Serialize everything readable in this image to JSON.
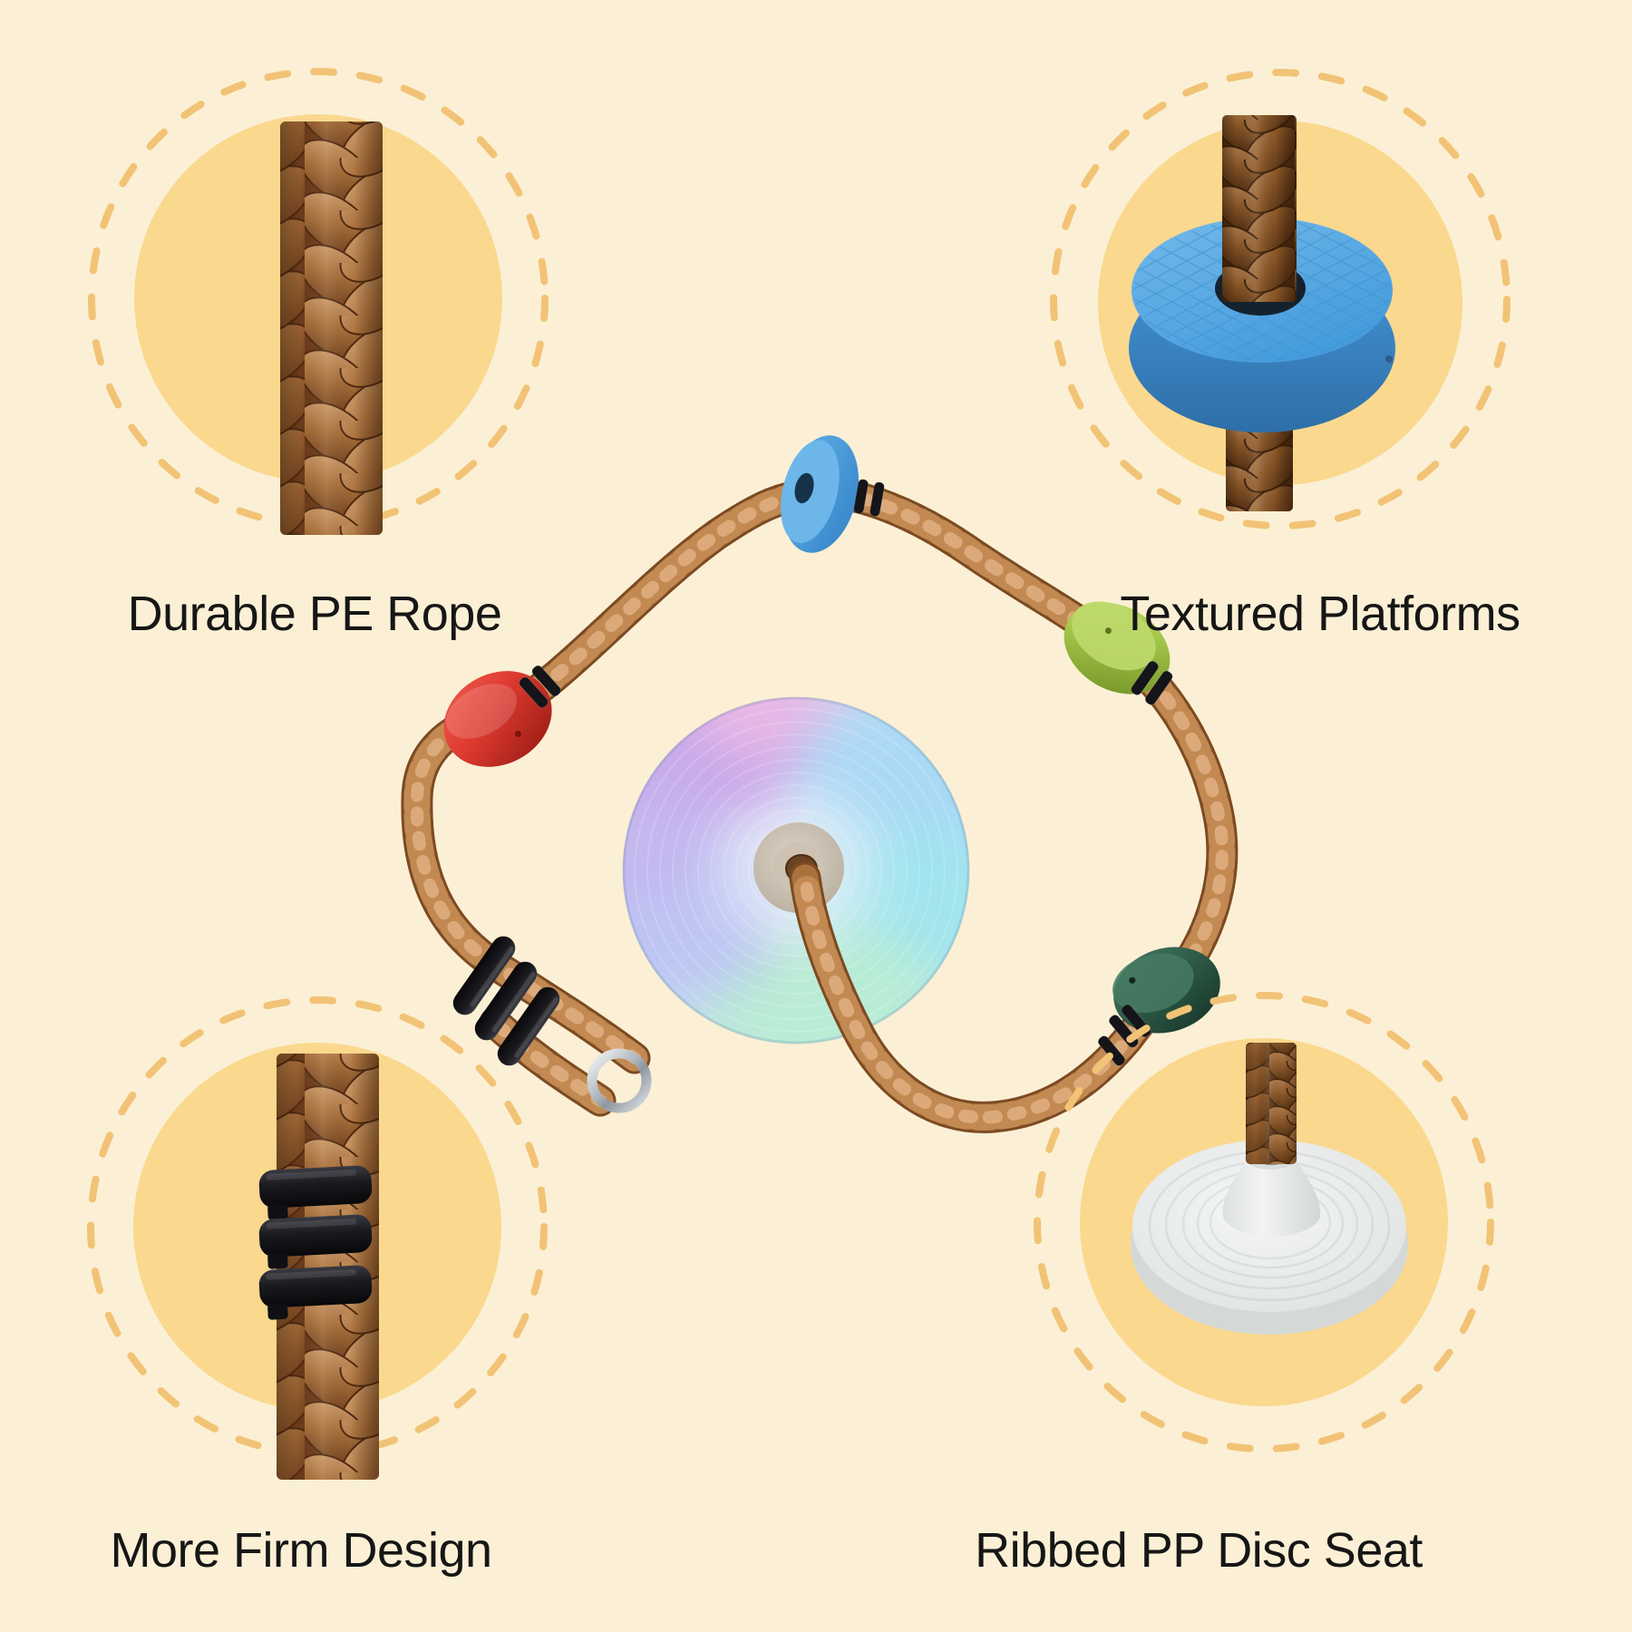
{
  "page": {
    "background_color": "#FBF0D5"
  },
  "theme": {
    "inset_circle_fill": "#FAD88E",
    "dashed_ring_color": "#F2C376",
    "label_color": "#161616",
    "rope_color": "#A9713D",
    "platform_colors": {
      "blue": "#4FA3E0",
      "red": "#DC392F",
      "green": "#A4C64A",
      "dark_green": "#2F5D4A"
    },
    "seat_disc_color": "#E8EAE9"
  },
  "features": [
    {
      "id": "durable-pe-rope",
      "position": "top-left",
      "label": "Durable PE Rope"
    },
    {
      "id": "textured-platforms",
      "position": "top-right",
      "label": "Textured Platforms"
    },
    {
      "id": "more-firm-design",
      "position": "bottom-left",
      "label": "More Firm Design"
    },
    {
      "id": "ribbed-pp-disc-seat",
      "position": "bottom-right",
      "label": "Ribbed PP Disc Seat"
    }
  ]
}
